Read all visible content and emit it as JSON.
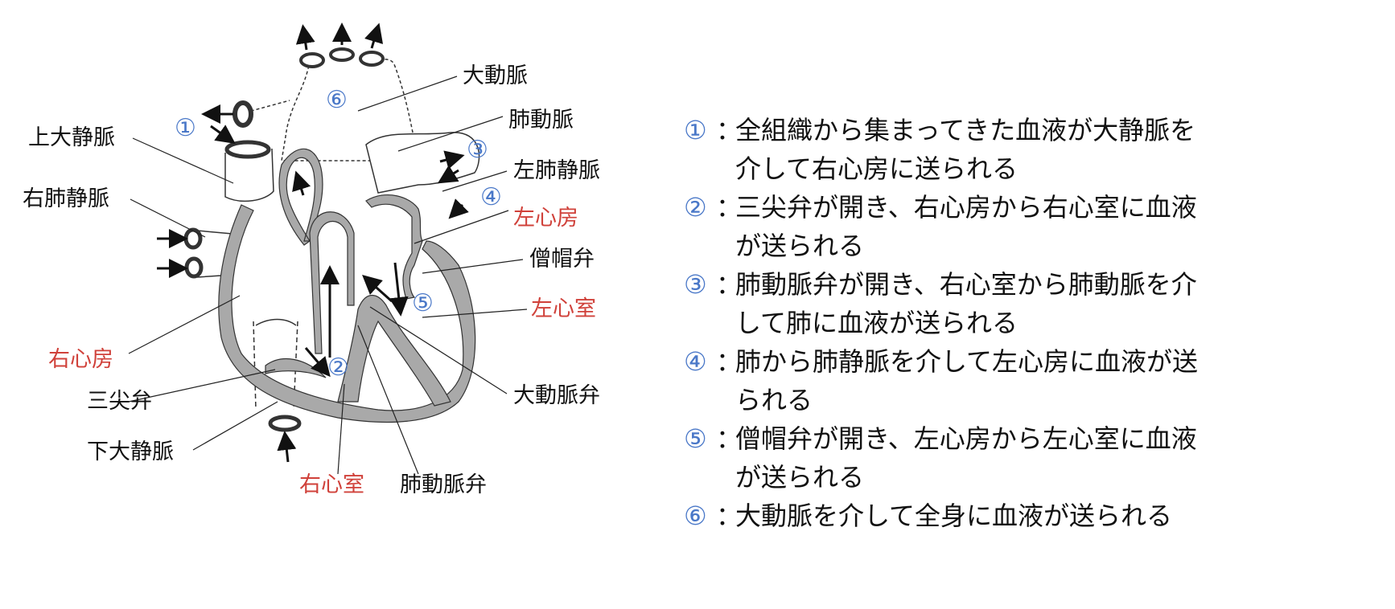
{
  "diagram": {
    "labels": {
      "superior_vena_cava": "上大静脈",
      "right_pulmonary_vein": "右肺静脈",
      "right_atrium": "右心房",
      "tricuspid_valve": "三尖弁",
      "inferior_vena_cava": "下大静脈",
      "right_ventricle": "右心室",
      "pulmonary_valve": "肺動脈弁",
      "aortic_valve": "大動脈弁",
      "left_ventricle": "左心室",
      "mitral_valve": "僧帽弁",
      "left_atrium": "左心房",
      "left_pulmonary_vein": "左肺静脈",
      "pulmonary_artery": "肺動脈",
      "aorta": "大動脈"
    },
    "markers": {
      "m1": "①",
      "m2": "②",
      "m3": "③",
      "m4": "④",
      "m5": "⑤",
      "m6": "⑥"
    },
    "colors": {
      "chamber_label": "#d0413a",
      "marker": "#4a78c8",
      "wall": "#a9a9a9"
    }
  },
  "legend": {
    "separator": "：",
    "items": [
      {
        "num": "①",
        "lines": [
          "全組織から集まってきた血液が大静脈を",
          "介して右心房に送られる"
        ]
      },
      {
        "num": "②",
        "lines": [
          "三尖弁が開き、右心房から右心室に血液",
          "が送られる"
        ]
      },
      {
        "num": "③",
        "lines": [
          "肺動脈弁が開き、右心室から肺動脈を介",
          "して肺に血液が送られる"
        ]
      },
      {
        "num": "④",
        "lines": [
          "肺から肺静脈を介して左心房に血液が送",
          "られる"
        ]
      },
      {
        "num": "⑤",
        "lines": [
          "僧帽弁が開き、左心房から左心室に血液",
          "が送られる"
        ]
      },
      {
        "num": "⑥",
        "lines": [
          "大動脈を介して全身に血液が送られる"
        ]
      }
    ]
  }
}
